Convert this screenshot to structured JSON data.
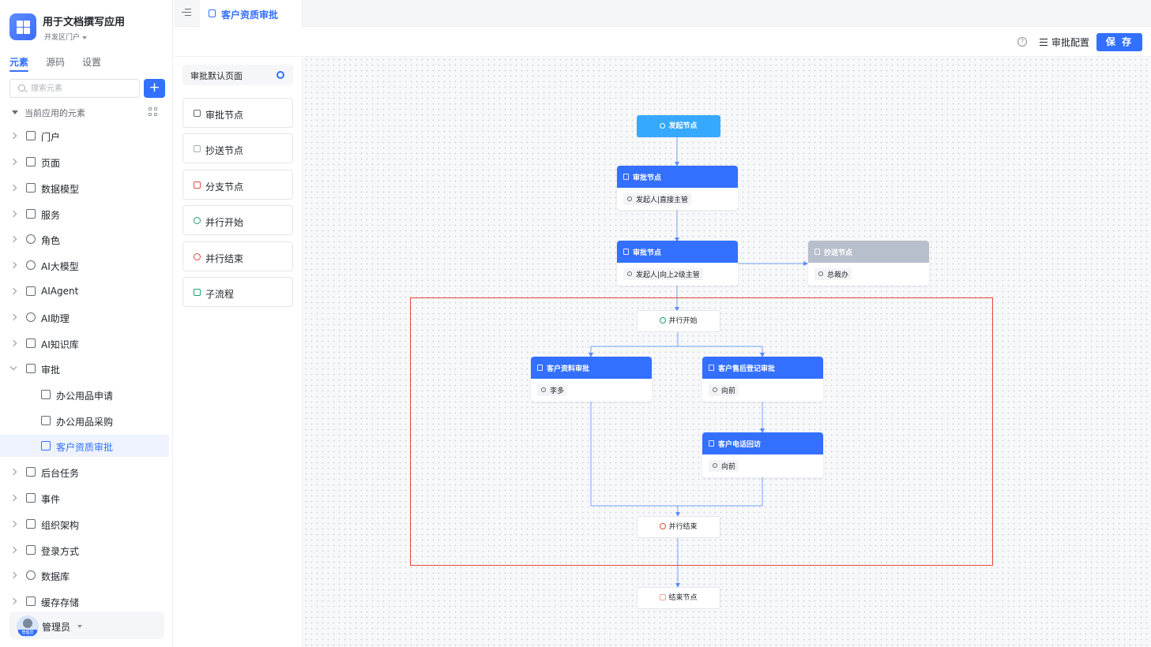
{
  "app": {
    "title": "用于文档撰写应用",
    "portal": "开发区门户"
  },
  "sidebar": {
    "tabs": [
      "元素",
      "源码",
      "设置"
    ],
    "search_placeholder": "搜索元素",
    "add_label": "+",
    "section_label": "当前应用的元素",
    "items": [
      {
        "label": "门户"
      },
      {
        "label": "页面"
      },
      {
        "label": "数据模型"
      },
      {
        "label": "服务"
      },
      {
        "label": "角色"
      },
      {
        "label": "AI大模型"
      },
      {
        "label": "AIAgent"
      },
      {
        "label": "AI助理"
      },
      {
        "label": "AI知识库"
      },
      {
        "label": "审批"
      },
      {
        "label": "办公用品申请"
      },
      {
        "label": "办公用品采购"
      },
      {
        "label": "客户资质审批"
      },
      {
        "label": "后台任务"
      },
      {
        "label": "事件"
      },
      {
        "label": "组织架构"
      },
      {
        "label": "登录方式"
      },
      {
        "label": "数据库"
      },
      {
        "label": "缓存存储"
      }
    ],
    "user": {
      "name": "管理员",
      "avatar_tag": "管理员"
    }
  },
  "topbar": {
    "tab_label": "客户资质审批",
    "help": "?",
    "config_label": "审批配置",
    "save_label": "保 存"
  },
  "palette": {
    "header": "审批默认页面",
    "items": [
      {
        "label": "审批节点",
        "icon": "approver-icon"
      },
      {
        "label": "抄送节点",
        "icon": "send-icon"
      },
      {
        "label": "分支节点",
        "icon": "branch-icon"
      },
      {
        "label": "并行开始",
        "icon": "parallel-start-icon"
      },
      {
        "label": "并行结束",
        "icon": "parallel-end-icon"
      },
      {
        "label": "子流程",
        "icon": "subprocess-icon"
      }
    ]
  },
  "flow": {
    "start": "发起节点",
    "approve1": {
      "title": "审批节点",
      "assignee": "发起人|直接主管"
    },
    "approve2": {
      "title": "审批节点",
      "assignee": "发起人|向上2级主管"
    },
    "cc": {
      "title": "抄送节点",
      "assignee": "总裁办"
    },
    "parallel_start": "并行开始",
    "branch_a": {
      "title": "客户资料审批",
      "assignee": "李多"
    },
    "branch_b": {
      "title": "客户售后登记审批",
      "assignee": "向前"
    },
    "branch_c": {
      "title": "客户电话回访",
      "assignee": "向前"
    },
    "parallel_end": "并行结束",
    "end": "结束节点"
  },
  "colors": {
    "accent": "#3370ff",
    "start": "#36a9ff",
    "cc_header": "#b8bfcc",
    "selection": "#e8483e",
    "parallel_start": "#1aa36b",
    "parallel_end": "#e8483e"
  }
}
